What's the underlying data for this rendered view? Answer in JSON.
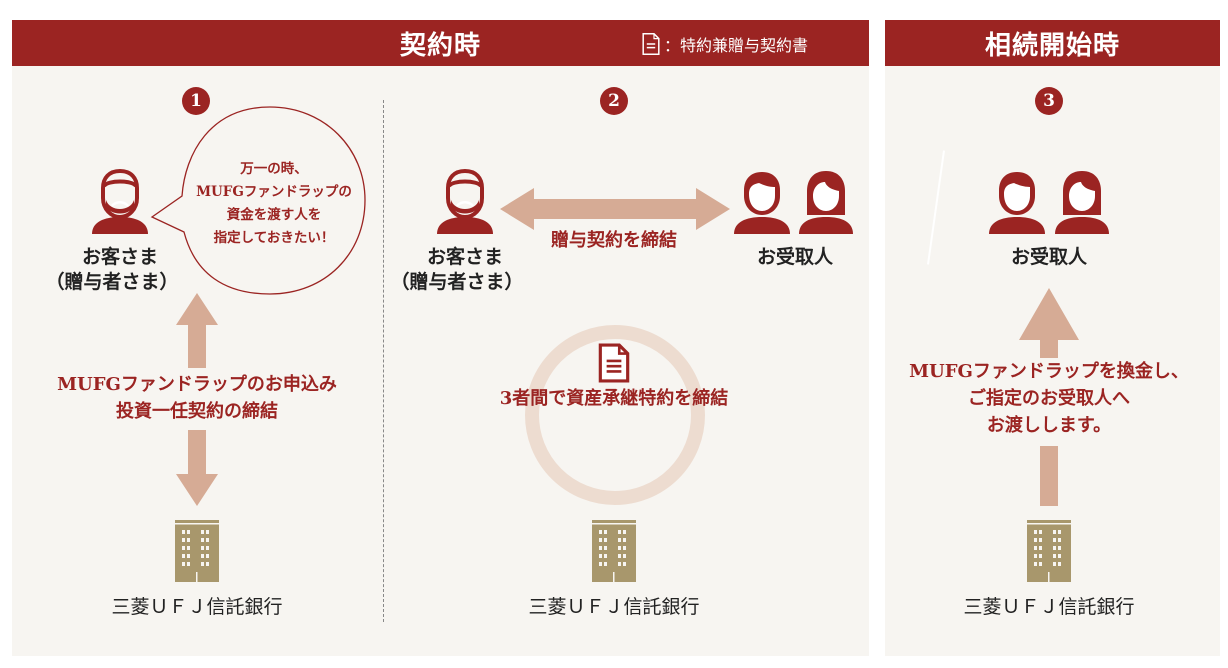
{
  "header_contract": {
    "title": "契約時",
    "legend_icon": "document-icon",
    "legend_text": "：特約兼贈与契約書"
  },
  "header_inheritance": {
    "title": "相続開始時"
  },
  "steps": [
    {
      "number": "1",
      "customer": "お客さま",
      "customer_sub": "（贈与者さま）",
      "bubble": [
        "万一の時、",
        "MUFGファンドラップの",
        "資金を渡す人を",
        "指定しておきたい！"
      ],
      "arrow_text": [
        "MUFGファンドラップのお申込み",
        "投資一任契約の締結"
      ],
      "bank": "三菱ＵＦＪ信託銀行"
    },
    {
      "number": "2",
      "customer": "お客さま",
      "customer_sub": "（贈与者さま）",
      "arrow_text": "贈与契約を締結",
      "recipient": "お受取人",
      "circle_text": "3者間で資産承継特約を締結",
      "bank": "三菱ＵＦＪ信託銀行"
    },
    {
      "number": "3",
      "recipient": "お受取人",
      "arrow_text": [
        "MUFGファンドラップを換金し、",
        "ご指定のお受取人へ",
        "お渡しします。"
      ],
      "bank": "三菱ＵＦＪ信託銀行"
    }
  ],
  "colors": {
    "accent": "#9b2422",
    "arrow": "#d6ab95",
    "building": "#a8976c",
    "panel": "#f7f5f1"
  }
}
